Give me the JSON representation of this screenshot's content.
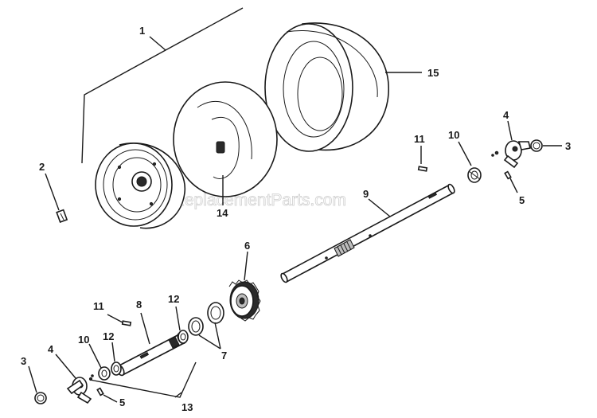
{
  "watermark": "eReplacementParts.com",
  "callouts": {
    "wheel_assembly": "1",
    "valve_clip": "2",
    "washer_right": "3",
    "washer_left": "3",
    "hub_right": "4",
    "hub_left": "4",
    "pin_right": "5",
    "pin_left": "5",
    "gear": "6",
    "spacers": "7",
    "short_axle": "8",
    "long_axle": "9",
    "bushing_right": "10",
    "bushing_left": "10",
    "key_right": "11",
    "key_left": "11",
    "bearing_upper": "12",
    "bearing_lower": "12",
    "axle_kit": "13",
    "inner_tube": "14",
    "tire": "15"
  }
}
